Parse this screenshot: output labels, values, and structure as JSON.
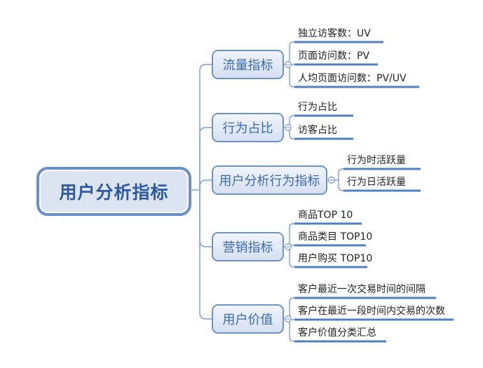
{
  "root": {
    "label": "用户分析指标"
  },
  "branches": [
    {
      "label": "流量指标",
      "children": [
        "独立访客数：UV",
        "页面访问数：PV",
        "人均页面访问数：PV/UV"
      ]
    },
    {
      "label": "行为占比",
      "children": [
        "行为占比",
        "访客占比"
      ]
    },
    {
      "label": "用户分析行为指标",
      "children": [
        "行为时活跃量",
        "行为日活跃量"
      ]
    },
    {
      "label": "营销指标",
      "children": [
        "商品TOP 10",
        "商品类目 TOP10",
        "用户购买 TOP10"
      ]
    },
    {
      "label": "用户价值",
      "children": [
        "客户最近一次交易时间的间隔",
        "客户在最近一段时间内交易的次数",
        "客户价值分类汇总"
      ]
    }
  ],
  "icons": {
    "collapse": "minus-circle-icon"
  },
  "colors": {
    "connector": "#7b9bd2",
    "leaf_underline": "#4f81c2",
    "branch_border": "#6e93cb",
    "branch_text": "#3a6ab0",
    "branch_fill_top": "#f0f4fb",
    "branch_fill_bottom": "#d6e0f2",
    "root_border": "#6b90c9",
    "root_fill": "#dce4f2",
    "root_text": "#2d5b9e",
    "leaf_text": "#1f1f1f",
    "background": "#ffffff"
  }
}
